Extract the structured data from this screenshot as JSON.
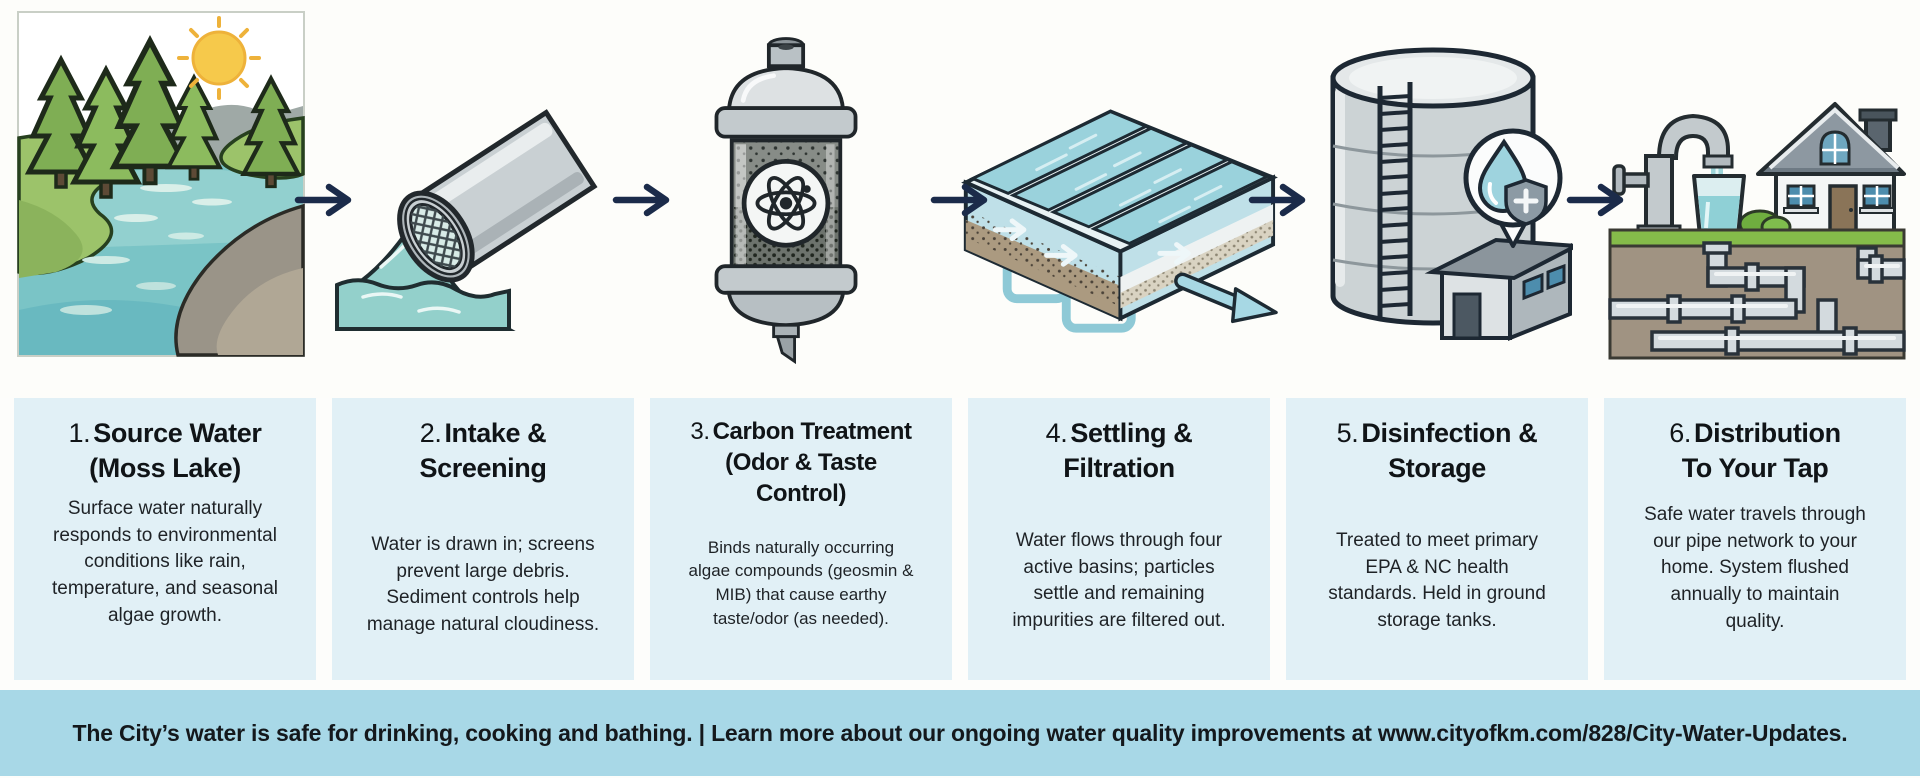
{
  "colors": {
    "card_bg": "#e1f0f6",
    "banner_bg": "#a8d8e7",
    "arrow": "#1b2b4a",
    "heading_text": "#101417",
    "body_text": "#1e2226",
    "water_teal": "#7ac4c6",
    "grass_green": "#85bb4a"
  },
  "flow": {
    "icon": "right-arrow",
    "count": 5
  },
  "steps": [
    {
      "num": "1.",
      "title": "Source Water\n(Moss Lake)",
      "body": "Surface water naturally\nresponds to environmental\nconditions like rain,\ntemperature, and seasonal\nalgae growth.",
      "illustration": "moss-lake-scene"
    },
    {
      "num": "2.",
      "title": "Intake &\nScreening",
      "body": "Water is drawn in; screens\nprevent large debris.\nSediment controls help\nmanage natural cloudiness.",
      "illustration": "intake-pipe-screen"
    },
    {
      "num": "3.",
      "title": "Carbon Treatment\n(Odor & Taste\nControl)",
      "body": "Binds naturally occurring\nalgae compounds (geosmin &\nMIB) that cause earthy\ntaste/odor (as needed).",
      "illustration": "carbon-filter-canister"
    },
    {
      "num": "4.",
      "title": "Settling &\nFiltration",
      "body": "Water flows through four\nactive basins; particles\nsettle and remaining\nimpurities are filtered out.",
      "illustration": "settling-filtration-basins"
    },
    {
      "num": "5.",
      "title": "Disinfection &\nStorage",
      "body": "Treated to meet primary\nEPA & NC health\nstandards. Held in ground\nstorage tanks.",
      "illustration": "storage-tank-building"
    },
    {
      "num": "6.",
      "title": "Distribution\nTo Your Tap",
      "body": "Safe water travels through\nour pipe network to your\nhome. System flushed\nannually to maintain\nquality.",
      "illustration": "tap-glass-house-pipes"
    }
  ],
  "footer": {
    "message": "The City’s water is safe for drinking, cooking and bathing. | Learn more about our ongoing water quality improvements at www.cityofkm.com/828/City-Water-Updates."
  }
}
